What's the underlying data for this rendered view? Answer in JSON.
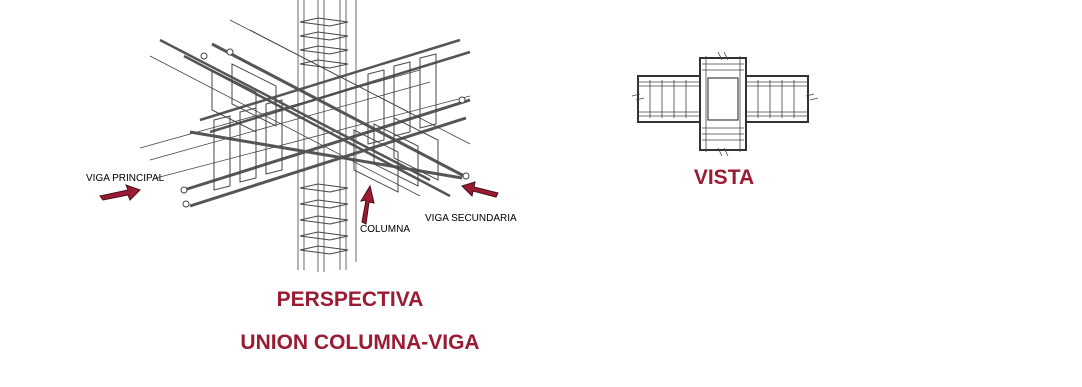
{
  "perspective": {
    "labels": {
      "main_beam": "VIGA PRINCIPAL",
      "secondary_beam": "VIGA SECUNDARIA",
      "column": "COLUMNA"
    },
    "title_line1": "PERSPECTIVA",
    "title_line2": "UNION COLUMNA-VIGA"
  },
  "elevation": {
    "title": "VISTA"
  },
  "colors": {
    "title": "#9b1b33",
    "arrow": "#9b1b33",
    "linework": "#444444"
  }
}
